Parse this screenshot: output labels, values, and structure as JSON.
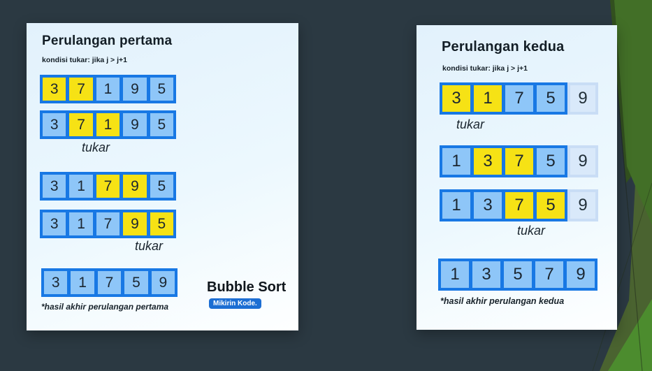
{
  "palette": {
    "background_slate": "#2b3942",
    "card_bg": "#ecf8fe",
    "cell_blue": "#8ec6f8",
    "cell_yellow": "#f6e215",
    "row_border_blue": "#1878e4",
    "locked_cell_bg": "#d9e9fa",
    "locked_cell_border": "#c9ddf5",
    "text_dark": "#17222a",
    "badge_blue": "#1c6ed3",
    "green_bright": "#426f27",
    "green_olive": "#4a6330",
    "green_corner": "#4c8c2e",
    "green_dark_sliver": "#32501f"
  },
  "left_panel": {
    "title": "Perulangan pertama",
    "subtitle": "kondisi tukar: jika j > j+1",
    "rows": [
      {
        "cells": [
          {
            "v": "3",
            "swap": true
          },
          {
            "v": "7",
            "swap": true
          },
          {
            "v": "1"
          },
          {
            "v": "9"
          },
          {
            "v": "5"
          }
        ]
      },
      {
        "cells": [
          {
            "v": "3"
          },
          {
            "v": "7",
            "swap": true
          },
          {
            "v": "1",
            "swap": true
          },
          {
            "v": "9"
          },
          {
            "v": "5"
          }
        ],
        "label": "tukar"
      },
      {
        "cells": [
          {
            "v": "3"
          },
          {
            "v": "1"
          },
          {
            "v": "7",
            "swap": true
          },
          {
            "v": "9",
            "swap": true
          },
          {
            "v": "5"
          }
        ]
      },
      {
        "cells": [
          {
            "v": "3"
          },
          {
            "v": "1"
          },
          {
            "v": "7"
          },
          {
            "v": "9",
            "swap": true
          },
          {
            "v": "5",
            "swap": true
          }
        ],
        "label": "tukar"
      },
      {
        "cells": [
          {
            "v": "3"
          },
          {
            "v": "1"
          },
          {
            "v": "7"
          },
          {
            "v": "5"
          },
          {
            "v": "9"
          }
        ]
      }
    ],
    "result_note": "*hasil akhir perulangan pertama"
  },
  "right_panel": {
    "title": "Perulangan kedua",
    "subtitle": "kondisi tukar: jika j > j+1",
    "rows": [
      {
        "cells": [
          {
            "v": "3",
            "swap": true
          },
          {
            "v": "1",
            "swap": true
          },
          {
            "v": "7"
          },
          {
            "v": "5"
          }
        ],
        "locked": "9",
        "label": "tukar"
      },
      {
        "cells": [
          {
            "v": "1"
          },
          {
            "v": "3",
            "swap": true
          },
          {
            "v": "7",
            "swap": true
          },
          {
            "v": "5"
          }
        ],
        "locked": "9"
      },
      {
        "cells": [
          {
            "v": "1"
          },
          {
            "v": "3"
          },
          {
            "v": "7",
            "swap": true
          },
          {
            "v": "5",
            "swap": true
          }
        ],
        "locked": "9",
        "label": "tukar"
      },
      {
        "cells": [
          {
            "v": "1"
          },
          {
            "v": "3"
          },
          {
            "v": "5"
          },
          {
            "v": "7"
          },
          {
            "v": "9"
          }
        ]
      }
    ],
    "result_note": "*hasil akhir perulangan kedua"
  },
  "branding": {
    "title": "Bubble Sort",
    "badge": "Mikirin Kode."
  }
}
